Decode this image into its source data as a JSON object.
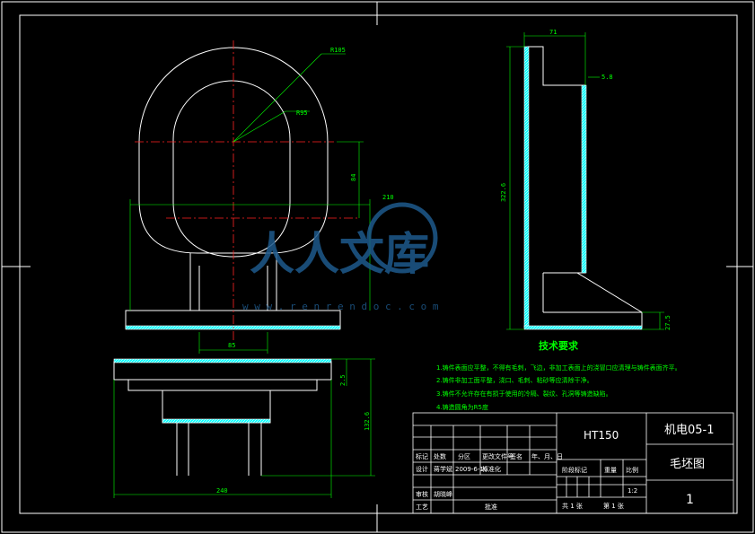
{
  "dimensions": {
    "r105": "R105",
    "r95": "R95",
    "d84": "84",
    "d210": "210",
    "d85": "85",
    "d71": "71",
    "d58": "5.8",
    "d3226": "322.6",
    "d275": "27.5",
    "d240": "240",
    "d25": "2.5",
    "d1326": "132.6"
  },
  "tech": {
    "title": "技术要求",
    "notes": [
      "1.铸件表面应平整，不得有毛刺，飞边，非加工表面上的浇冒口应清理与铸件表面齐平。",
      "2.铸件非加工面平整，浇口、毛刺、粘砂等应清除干净。",
      "3.铸件不允许存在有损于使用的冷隔、裂纹、孔洞等铸造缺陷。",
      "4.铸造圆角为R5度"
    ]
  },
  "titleblock": {
    "material": "HT150",
    "drawing_no": "机电05-1",
    "drawing_name": "毛坯图",
    "sheet": "1",
    "scale": "1:2",
    "row_labels": [
      "标记",
      "处数",
      "分区",
      "更改文件号",
      "签名",
      "年、月、日"
    ],
    "design_label": "设计",
    "designer": "蒋学斌",
    "date": "2009-6-16",
    "standard_label": "标准化",
    "stage_label": "阶段标记",
    "weight_label": "重量",
    "ratio_label": "比例",
    "review_label": "审核",
    "reviewer": "胡晓峰",
    "process_label": "工艺",
    "approve_label": "批准",
    "total": "共 1 张",
    "page": "第 1 张"
  },
  "watermark": {
    "text": "人人文库",
    "url": "w w w . r e n r e n d o c . c o m"
  }
}
